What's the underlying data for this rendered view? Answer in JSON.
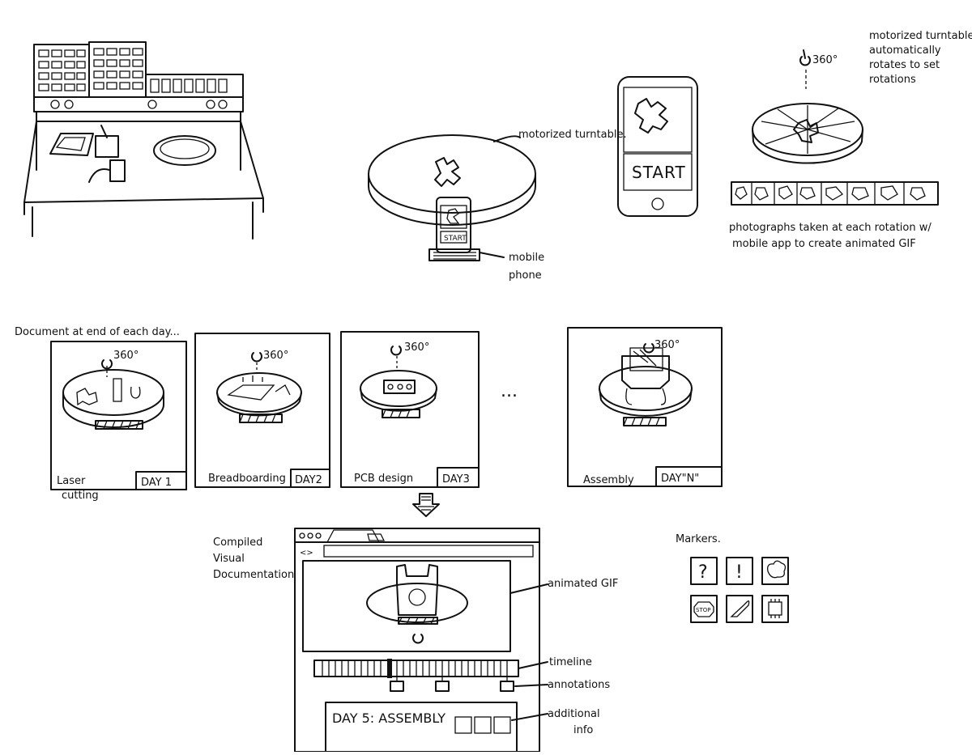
{
  "top": {
    "turntable_label": "motorized turntable.",
    "phone_label_line1": "mobile",
    "phone_label_line2": "phone",
    "phone_start": "START",
    "small_phone_start": "START",
    "rotation_label": "360°",
    "auto_rotate_line1": "motorized turntable",
    "auto_rotate_line2": "automatically",
    "auto_rotate_line3": "rotates to set",
    "auto_rotate_line4": "rotations",
    "photos_line1": "photographs taken at each rotation w/",
    "photos_line2": "mobile app to create animated GIF"
  },
  "days": {
    "heading": "Document at end of each day...",
    "ellipsis": "...",
    "items": [
      {
        "caption_line1": "Laser",
        "caption_line2": "cutting",
        "tag": "DAY 1",
        "rotation": "360°"
      },
      {
        "caption_line1": "Breadboarding",
        "caption_line2": "",
        "tag": "DAY2",
        "rotation": "360°"
      },
      {
        "caption_line1": "PCB design",
        "caption_line2": "",
        "tag": "DAY3",
        "rotation": "360°"
      },
      {
        "caption_line1": "Assembly",
        "caption_line2": "",
        "tag": "DAY\"N\"",
        "rotation": "360°"
      }
    ]
  },
  "browser": {
    "side_line1": "Compiled",
    "side_line2": "Visual",
    "side_line3": "Documentation",
    "url_icon": "<>",
    "gif_label": "animated GIF",
    "timeline_label": "timeline",
    "annotations_label": "annotations",
    "info_title": "DAY 5: ASSEMBLY",
    "info_label_line1": "additional",
    "info_label_line2": "info"
  },
  "markers": {
    "title": "Markers.",
    "question": "?",
    "exclamation": "!",
    "stop": "STOP"
  }
}
